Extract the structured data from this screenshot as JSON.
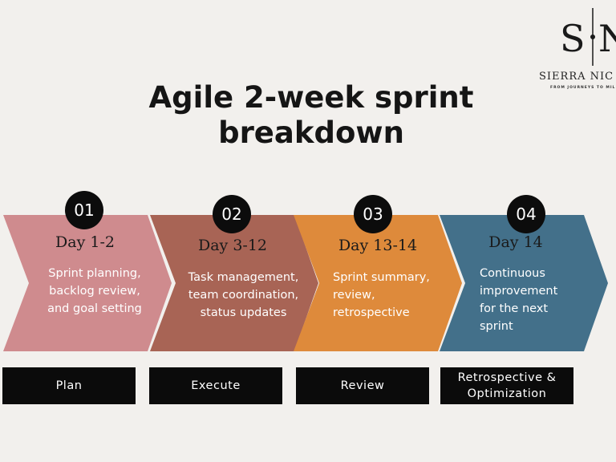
{
  "brand": {
    "monogram": "S|N",
    "name": "SIERRA NIC",
    "tagline": "FROM JOURNEYS TO MIL"
  },
  "title": {
    "line1": "Agile 2-week sprint",
    "line2": "breakdown"
  },
  "steps": [
    {
      "number": "01",
      "day": "Day 1-2",
      "desc_lines": [
        "Sprint planning,",
        "backlog review,",
        "and goal setting"
      ],
      "label": "Plan",
      "color": "#cf8b8e"
    },
    {
      "number": "02",
      "day": "Day 3-12",
      "desc_lines": [
        "Task management,",
        "team coordination,",
        "status updates"
      ],
      "label": "Execute",
      "color": "#a86455"
    },
    {
      "number": "03",
      "day": "Day 13-14",
      "desc_lines": [
        "Sprint summary,",
        "review,",
        "retrospective"
      ],
      "label": "Review",
      "color": "#de8a3b"
    },
    {
      "number": "04",
      "day": "Day 14",
      "desc_lines": [
        "Continuous",
        "improvement",
        "for the next",
        "sprint"
      ],
      "label_lines": [
        "Retrospective &",
        "Optimization"
      ],
      "color": "#43708a"
    }
  ]
}
